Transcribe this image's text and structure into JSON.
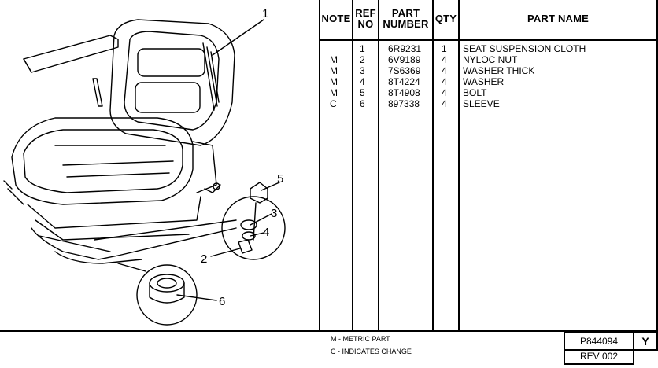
{
  "callouts": [
    "1",
    "2",
    "3",
    "4",
    "5",
    "6"
  ],
  "table": {
    "headers": {
      "note": "NOTE",
      "ref_no": "REF NO",
      "part_number": "PART NUMBER",
      "qty": "QTY",
      "part_name": "PART NAME"
    },
    "rows": [
      {
        "note": "",
        "ref": "1",
        "part": "6R9231",
        "qty": "1",
        "name": "SEAT SUSPENSION CLOTH"
      },
      {
        "note": "M",
        "ref": "2",
        "part": "6V9189",
        "qty": "4",
        "name": "NYLOC NUT"
      },
      {
        "note": "M",
        "ref": "3",
        "part": "7S6369",
        "qty": "4",
        "name": "WASHER THICK"
      },
      {
        "note": "M",
        "ref": "4",
        "part": "8T4224",
        "qty": "4",
        "name": "WASHER"
      },
      {
        "note": "M",
        "ref": "5",
        "part": "8T4908",
        "qty": "4",
        "name": "BOLT"
      },
      {
        "note": "C",
        "ref": "6",
        "part": "897338",
        "qty": "4",
        "name": "SLEEVE"
      }
    ]
  },
  "legend": {
    "metric": "M - METRIC PART",
    "change": "C - INDICATES CHANGE"
  },
  "doc": {
    "number": "P844094",
    "code": "Y",
    "rev": "REV 002"
  }
}
